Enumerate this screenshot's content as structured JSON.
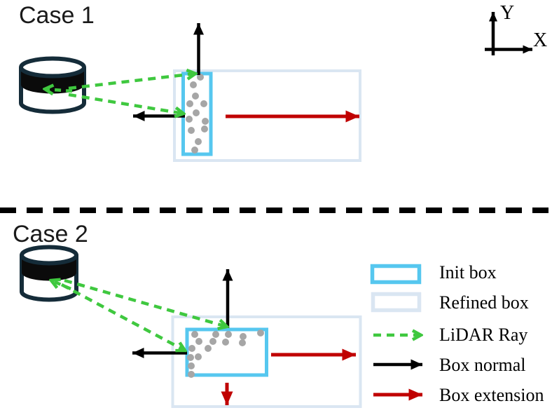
{
  "cases": {
    "case1": {
      "title": "Case 1"
    },
    "case2": {
      "title": "Case 2"
    }
  },
  "axes": {
    "x_label": "X",
    "y_label": "Y"
  },
  "legend": {
    "items": [
      {
        "label": "Init box",
        "symbol": "init-box-swatch",
        "color": "#56C7EF"
      },
      {
        "label": "Refined box",
        "symbol": "refined-box-swatch",
        "color": "#DAE6F2"
      },
      {
        "label": "LiDAR Ray",
        "symbol": "green-dashed-arrow",
        "color": "#3FC83F"
      },
      {
        "label": "Box normal",
        "symbol": "black-arrow",
        "color": "#000000"
      },
      {
        "label": "Box extension",
        "symbol": "red-arrow",
        "color": "#C00000"
      }
    ]
  },
  "colors": {
    "init_box": "#56C7EF",
    "refined_box": "#DAE6F2",
    "lidar_ray": "#3FC83F",
    "box_normal": "#000000",
    "box_extension": "#C00000",
    "lidar_point": "#A6A6A6",
    "sensor_outline": "#152C39",
    "sensor_band": "#0B0B0B",
    "background": "#FFFFFF"
  },
  "lidar_points": {
    "case1": [
      [
        286,
        110
      ],
      [
        276,
        121
      ],
      [
        279,
        137
      ],
      [
        271,
        148
      ],
      [
        291,
        148
      ],
      [
        280,
        161
      ],
      [
        270,
        170
      ],
      [
        293,
        173
      ],
      [
        273,
        186
      ],
      [
        292,
        184
      ],
      [
        283,
        202
      ],
      [
        278,
        214
      ]
    ],
    "case2": [
      [
        278,
        477
      ],
      [
        284,
        487
      ],
      [
        308,
        477
      ],
      [
        326,
        477
      ],
      [
        304,
        487
      ],
      [
        322,
        488
      ],
      [
        347,
        480
      ],
      [
        346,
        489
      ],
      [
        372,
        475
      ],
      [
        274,
        497
      ],
      [
        297,
        497
      ],
      [
        272,
        510
      ],
      [
        283,
        509
      ],
      [
        273,
        522
      ],
      [
        273,
        534
      ]
    ]
  }
}
